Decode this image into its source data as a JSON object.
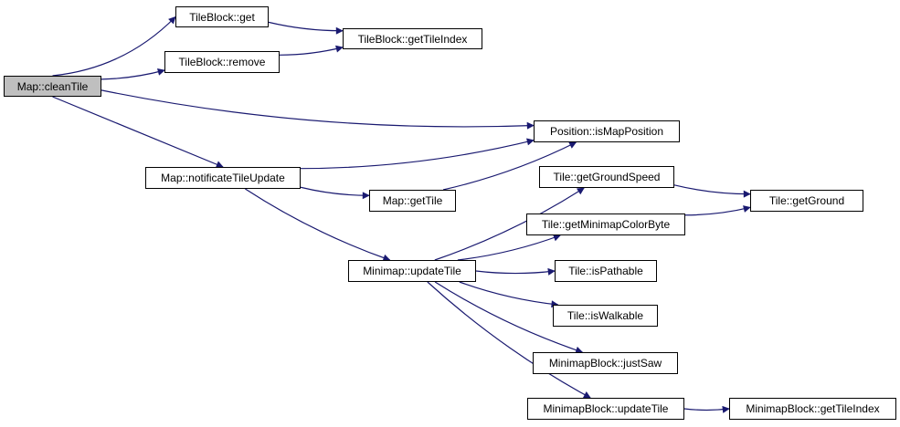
{
  "colors": {
    "edge": "#191970",
    "node_border": "#000000",
    "node_fill": "#ffffff",
    "root_fill": "#bfbfbf"
  },
  "nodes": {
    "map_clean_tile": "Map::cleanTile",
    "tileblock_get": "TileBlock::get",
    "tileblock_get_tile_index": "TileBlock::getTileIndex",
    "tileblock_remove": "TileBlock::remove",
    "position_is_map_position": "Position::isMapPosition",
    "map_notificate_tile_update": "Map::notificateTileUpdate",
    "map_get_tile": "Map::getTile",
    "tile_get_ground_speed": "Tile::getGroundSpeed",
    "tile_get_ground": "Tile::getGround",
    "tile_get_minimap_color_byte": "Tile::getMinimapColorByte",
    "minimap_update_tile": "Minimap::updateTile",
    "tile_is_pathable": "Tile::isPathable",
    "tile_is_walkable": "Tile::isWalkable",
    "minimapblock_just_saw": "MinimapBlock::justSaw",
    "minimapblock_update_tile": "MinimapBlock::updateTile",
    "minimapblock_get_tile_index": "MinimapBlock::getTileIndex"
  },
  "edges": [
    [
      "map_clean_tile",
      "tileblock_get"
    ],
    [
      "map_clean_tile",
      "tileblock_remove"
    ],
    [
      "map_clean_tile",
      "position_is_map_position"
    ],
    [
      "map_clean_tile",
      "map_notificate_tile_update"
    ],
    [
      "tileblock_get",
      "tileblock_get_tile_index"
    ],
    [
      "tileblock_remove",
      "tileblock_get_tile_index"
    ],
    [
      "map_notificate_tile_update",
      "position_is_map_position"
    ],
    [
      "map_notificate_tile_update",
      "map_get_tile"
    ],
    [
      "map_notificate_tile_update",
      "minimap_update_tile"
    ],
    [
      "map_get_tile",
      "position_is_map_position"
    ],
    [
      "minimap_update_tile",
      "tile_get_ground_speed"
    ],
    [
      "minimap_update_tile",
      "tile_get_minimap_color_byte"
    ],
    [
      "minimap_update_tile",
      "tile_is_pathable"
    ],
    [
      "minimap_update_tile",
      "tile_is_walkable"
    ],
    [
      "minimap_update_tile",
      "minimapblock_just_saw"
    ],
    [
      "minimap_update_tile",
      "minimapblock_update_tile"
    ],
    [
      "tile_get_ground_speed",
      "tile_get_ground"
    ],
    [
      "tile_get_minimap_color_byte",
      "tile_get_ground"
    ],
    [
      "minimapblock_update_tile",
      "minimapblock_get_tile_index"
    ]
  ]
}
